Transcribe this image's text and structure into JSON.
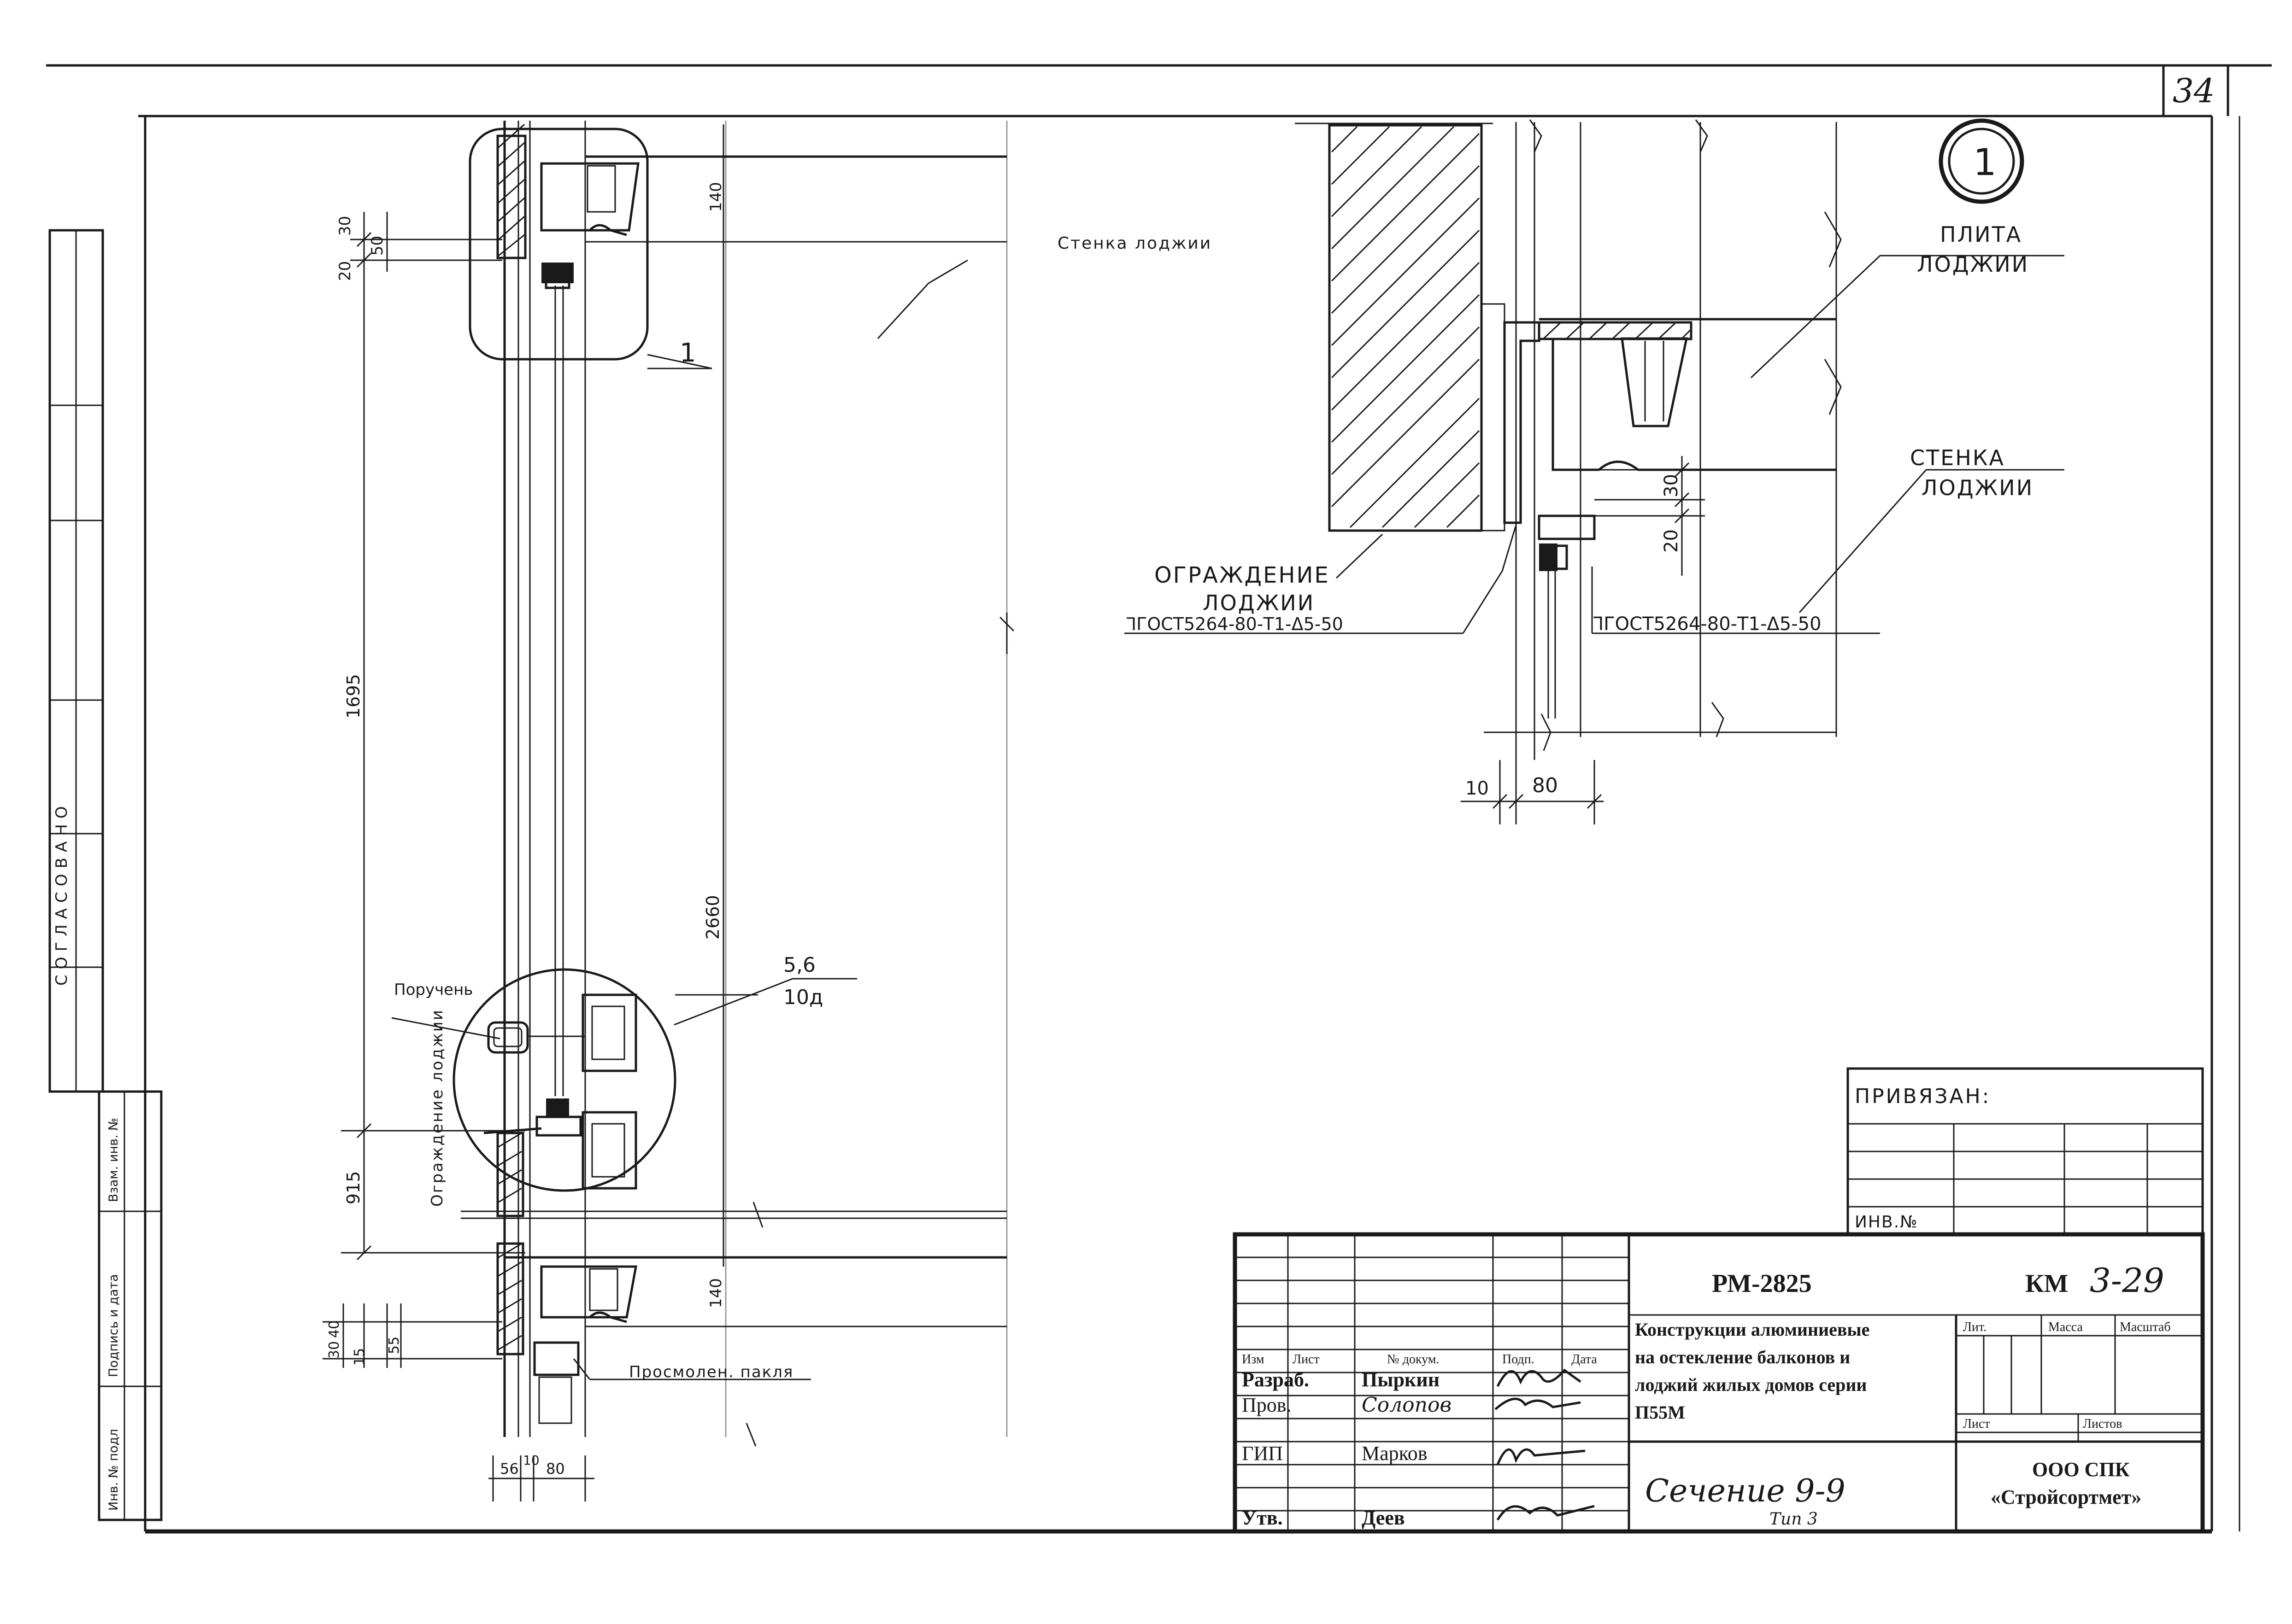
{
  "sheet": {
    "number": "34"
  },
  "sidebar": {
    "agreed": "СОГЛАСОВАНО",
    "vzam_inv": "Взам. инв. №",
    "sign_date": "Подпись и дата",
    "inv_podl": "Инв. № подл"
  },
  "main_section": {
    "wall_label": "Стенка лоджии",
    "callout_1": "1",
    "handrail_label": "Поручень",
    "fence_label": "Ограждение лоджии",
    "callout_top": "5,6",
    "callout_bottom": "10д",
    "tow_label": "Просмолен. пакля",
    "dims": {
      "d30": "30",
      "d20": "20",
      "d50": "50",
      "d140_top": "140",
      "d1695": "1695",
      "d2660": "2660",
      "d915": "915",
      "d140_bot": "140",
      "d40": "40",
      "d30b": "30",
      "d15": "15",
      "d55": "55",
      "d56": "56",
      "d10": "10",
      "d80": "80"
    }
  },
  "detail_1": {
    "marker": "1",
    "slab_line1": "ПЛИТА",
    "slab_line2": "ЛОДЖИИ",
    "wall_line1": "СТЕНКА",
    "wall_line2": "ЛОДЖИИ",
    "fence_line1": "ОГРАЖДЕНИЕ",
    "fence_line2": "ЛОДЖИИ",
    "gost_left": "⅂ГОСТ5264-80-Т1-Δ5-50",
    "gost_right": "⅂ГОСТ5264-80-Т1-Δ5-50",
    "d30": "30",
    "d20": "20",
    "d10": "10",
    "d80": "80"
  },
  "binding": {
    "label": "ПРИВЯЗАН:",
    "inv_label": "ИНВ.№"
  },
  "title_block": {
    "code": "РМ-2825",
    "mark": "КМ",
    "mark_number": "3-29",
    "description": [
      "Конструкции алюминиевые",
      "на остекление балконов и",
      "лоджий жилых домов серии",
      "П55М"
    ],
    "sheet_title": "Сечение 9-9",
    "sheet_subtitle": "Тип 3",
    "organization_line1": "ООО СПК",
    "organization_line2": "«Стройсортмет»",
    "headers": {
      "izm": "Изм",
      "list": "Лист",
      "ndoc": "№ докум.",
      "podp": "Подп.",
      "date": "Дата",
      "lit": "Лит.",
      "mass": "Масса",
      "scale": "Масштаб",
      "sheet": "Лист",
      "sheets": "Листов"
    },
    "roles": [
      {
        "role": "Разраб.",
        "name": "Пыркин"
      },
      {
        "role": "Пров.",
        "name": "Солопов"
      },
      {
        "role": "ГИП",
        "name": "Марков"
      },
      {
        "role": "Утв.",
        "name": "Деев"
      }
    ]
  }
}
